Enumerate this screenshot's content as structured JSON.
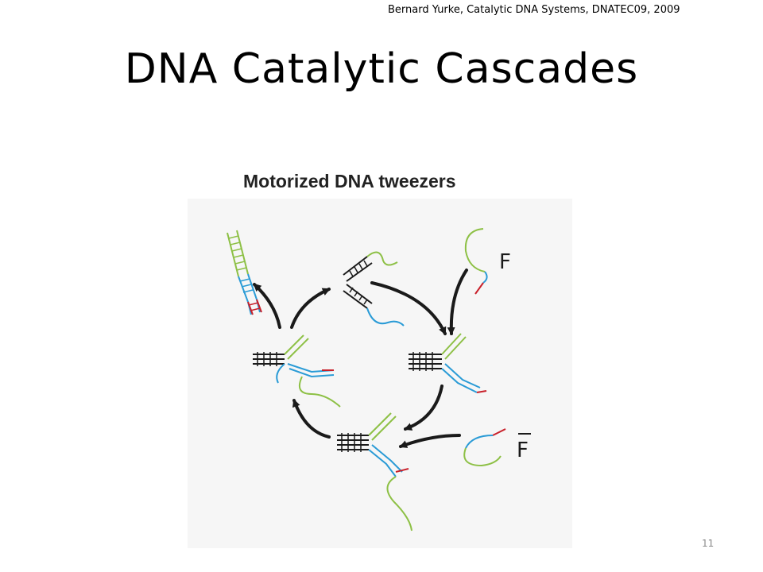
{
  "header": {
    "citation": "Bernard Yurke, Catalytic DNA Systems, DNATEC09, 2009",
    "title": "DNA Catalytic Cascades"
  },
  "figure": {
    "title": "Motorized DNA tweezers",
    "labels": {
      "fuel": "F",
      "antifuel": "F"
    },
    "colors": {
      "green": "#8dc045",
      "blue": "#2a9bd6",
      "red": "#c8202a",
      "black": "#1a1a1a",
      "panel": "#f6f6f6"
    }
  },
  "footer": {
    "slide_number": "11"
  }
}
